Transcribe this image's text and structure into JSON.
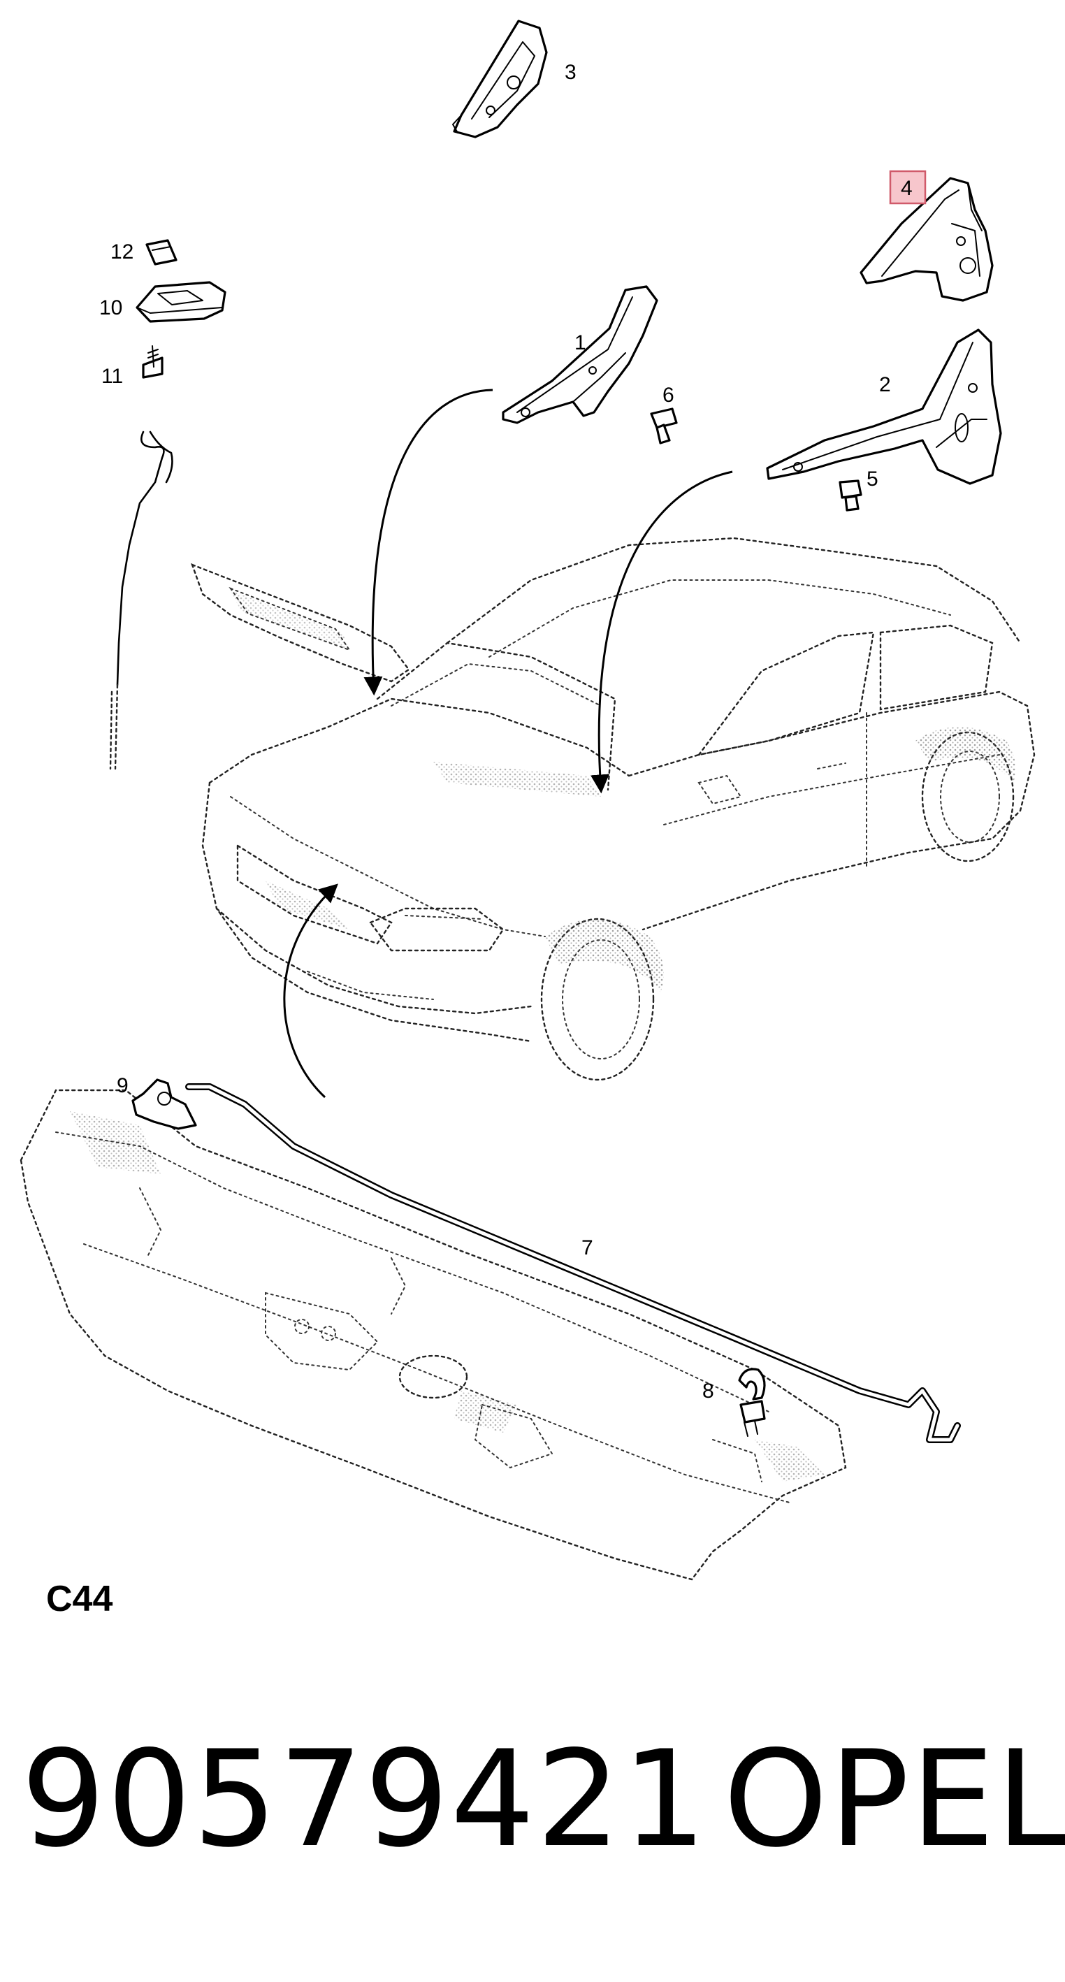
{
  "callouts": {
    "c1": "1",
    "c2": "2",
    "c3": "3",
    "c4": "4",
    "c5": "5",
    "c6": "6",
    "c7": "7",
    "c8": "8",
    "c9": "9",
    "c10": "10",
    "c11": "11",
    "c12": "12"
  },
  "highlighted_callout": "4",
  "highlight_color": "#f7c6cc",
  "diagram_code": "C44",
  "part_number": "90579421",
  "brand": "OPEL"
}
